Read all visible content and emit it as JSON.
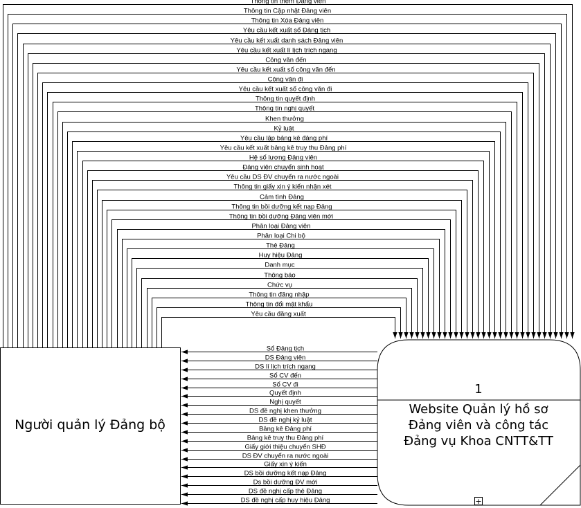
{
  "entity": {
    "label": "Người quản lý Đảng bộ"
  },
  "process": {
    "number": "1",
    "title_lines": [
      "Website Quản lý hồ sơ",
      "Đảng viên và công tác",
      "Đảng vụ Khoa CNTT&TT"
    ],
    "expand_symbol": "+"
  },
  "inputs": [
    "Thông tin thêm Đảng viên",
    "Thông tin Cập nhật Đảng viên",
    "Thông tin Xóa Đảng viên",
    "Yêu cầu kết xuất sổ Đảng tịch",
    "Yêu cầu kết xuất danh sách Đảng viên",
    "Yêu cầu kết xuất lí lịch trích ngang",
    "Công văn đến",
    "Yêu cầu kết xuất sổ công văn đến",
    "Công văn đi",
    "Yêu cầu kết xuất sổ công văn đi",
    "Thông tin quyết định",
    "Thông tin nghị quyết",
    "Khen thưởng",
    "Kỷ luật",
    "Yêu cầu lập bảng kê đảng phí",
    "Yêu cầu kết xuất bảng kê truy thu Đảng phí",
    "Hệ số lương Đảng viên",
    "Đảng viên chuyển sinh hoạt",
    "Yêu cầu DS ĐV chuyển ra nước ngoài",
    "Thông tin giấy xin ý kiến nhận xét",
    "Cảm tình Đảng",
    "Thông tin bồi dưỡng kết nạp Đảng",
    "Thông tin bồi dưỡng Đảng viên mới",
    "Phân loại Đảng viên",
    "Phân loại Chi bộ",
    "Thẻ Đảng",
    "Huy hiệu Đảng",
    "Danh mục",
    "Thông báo",
    "Chức vụ",
    "Thông tin đăng nhập",
    "Thông tin đổi mật khẩu",
    "Yêu cầu đăng xuất"
  ],
  "outputs": [
    "Sổ Đảng tịch",
    "DS Đảng viên",
    "DS lí lịch trích ngang",
    "Sổ CV đến",
    "Sổ CV đi",
    "Quyết định",
    "Nghị quyết",
    "DS đề nghị khen thưởng",
    "DS đề nghị kỷ luật",
    "Bảng kê Đảng phí",
    "Bảng kê truy thu Đảng phí",
    "Giấy giới thiệu chuyển SHĐ",
    "DS ĐV chuyển ra nước ngoài",
    "Giấy xin ý kiến",
    "DS bồi dưỡng kết nạp Đảng",
    "Ds bồi dưỡng ĐV mới",
    "DS đề nghị cấp thẻ Đảng",
    "DS đề nghị cấp huy hiệu Đảng"
  ]
}
